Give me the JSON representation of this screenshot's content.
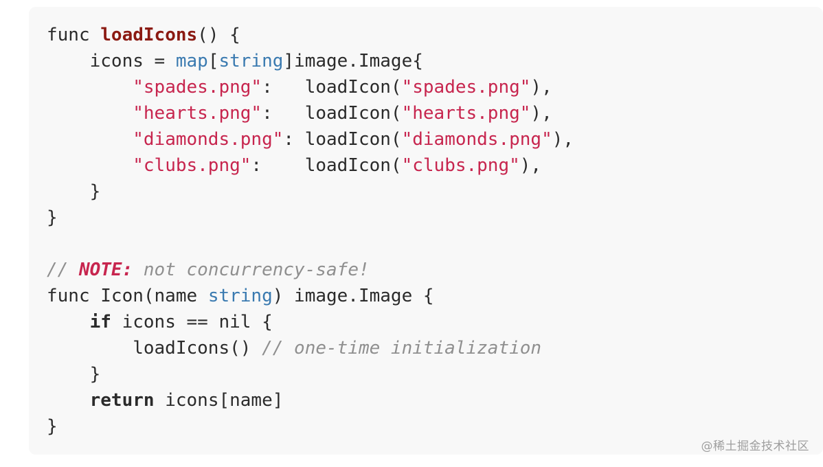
{
  "code_block": {
    "lines": [
      [
        {
          "t": "func ",
          "k": "plain"
        },
        {
          "t": "loadIcons",
          "k": "fn-name"
        },
        {
          "t": "() {",
          "k": "plain"
        }
      ],
      [
        {
          "t": "    icons = ",
          "k": "plain"
        },
        {
          "t": "map",
          "k": "type"
        },
        {
          "t": "[",
          "k": "plain"
        },
        {
          "t": "string",
          "k": "type"
        },
        {
          "t": "]image.Image{",
          "k": "plain"
        }
      ],
      [
        {
          "t": "        ",
          "k": "plain"
        },
        {
          "t": "\"spades.png\"",
          "k": "string"
        },
        {
          "t": ":   loadIcon(",
          "k": "plain"
        },
        {
          "t": "\"spades.png\"",
          "k": "string"
        },
        {
          "t": "),",
          "k": "plain"
        }
      ],
      [
        {
          "t": "        ",
          "k": "plain"
        },
        {
          "t": "\"hearts.png\"",
          "k": "string"
        },
        {
          "t": ":   loadIcon(",
          "k": "plain"
        },
        {
          "t": "\"hearts.png\"",
          "k": "string"
        },
        {
          "t": "),",
          "k": "plain"
        }
      ],
      [
        {
          "t": "        ",
          "k": "plain"
        },
        {
          "t": "\"diamonds.png\"",
          "k": "string"
        },
        {
          "t": ": loadIcon(",
          "k": "plain"
        },
        {
          "t": "\"diamonds.png\"",
          "k": "string"
        },
        {
          "t": "),",
          "k": "plain"
        }
      ],
      [
        {
          "t": "        ",
          "k": "plain"
        },
        {
          "t": "\"clubs.png\"",
          "k": "string"
        },
        {
          "t": ":    loadIcon(",
          "k": "plain"
        },
        {
          "t": "\"clubs.png\"",
          "k": "string"
        },
        {
          "t": "),",
          "k": "plain"
        }
      ],
      [
        {
          "t": "    }",
          "k": "plain"
        }
      ],
      [
        {
          "t": "}",
          "k": "plain"
        }
      ],
      [
        {
          "t": "",
          "k": "plain"
        }
      ],
      [
        {
          "t": "// ",
          "k": "comment"
        },
        {
          "t": "NOTE:",
          "k": "note"
        },
        {
          "t": " not concurrency-safe!",
          "k": "comment"
        }
      ],
      [
        {
          "t": "func Icon(name ",
          "k": "plain"
        },
        {
          "t": "string",
          "k": "type"
        },
        {
          "t": ") image.Image {",
          "k": "plain"
        }
      ],
      [
        {
          "t": "    ",
          "k": "plain"
        },
        {
          "t": "if",
          "k": "keyword"
        },
        {
          "t": " icons == nil {",
          "k": "plain"
        }
      ],
      [
        {
          "t": "        loadIcons() ",
          "k": "plain"
        },
        {
          "t": "// one-time initialization",
          "k": "comment"
        }
      ],
      [
        {
          "t": "    }",
          "k": "plain"
        }
      ],
      [
        {
          "t": "    ",
          "k": "plain"
        },
        {
          "t": "return",
          "k": "keyword"
        },
        {
          "t": " icons[name]",
          "k": "plain"
        }
      ],
      [
        {
          "t": "}",
          "k": "plain"
        }
      ]
    ]
  },
  "watermark": {
    "text": "@稀土掘金技术社区"
  }
}
